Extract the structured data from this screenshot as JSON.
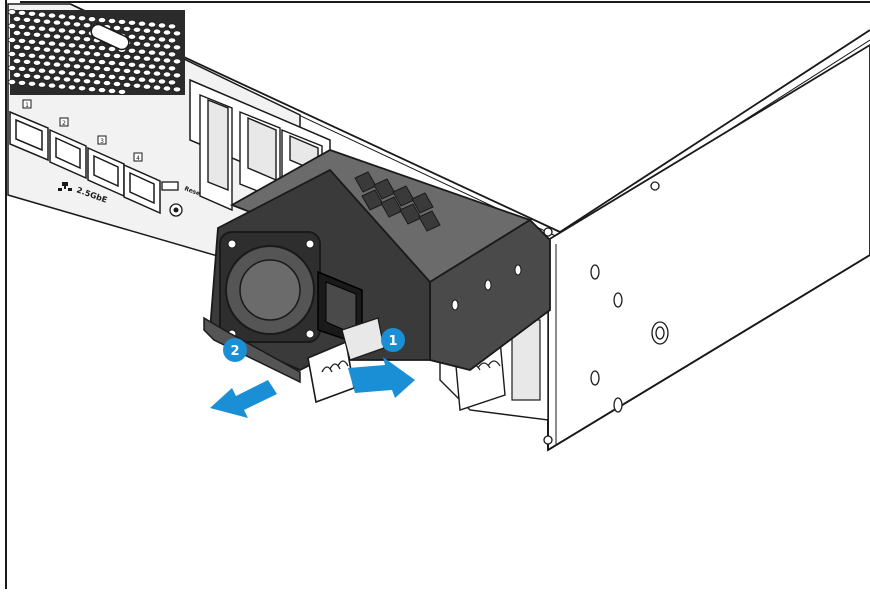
{
  "chassis": {
    "port_labels": [
      "1",
      "2",
      "3",
      "4"
    ],
    "network_label": "2.5GbE",
    "small_label": "Reset"
  },
  "steps": [
    {
      "number": "1",
      "action": "press-latch"
    },
    {
      "number": "2",
      "action": "pull-out-psu"
    }
  ],
  "colors": {
    "accent": "#1a8fd6",
    "outline": "#1a1a1a",
    "psu_body": "#4a4a4a",
    "psu_top": "#6b6b6b",
    "chassis_fill": "#ffffff",
    "panel_fill": "#f2f2f2"
  },
  "icons": [
    "network-icon",
    "fan-icon",
    "latch-icon",
    "step-badge"
  ]
}
